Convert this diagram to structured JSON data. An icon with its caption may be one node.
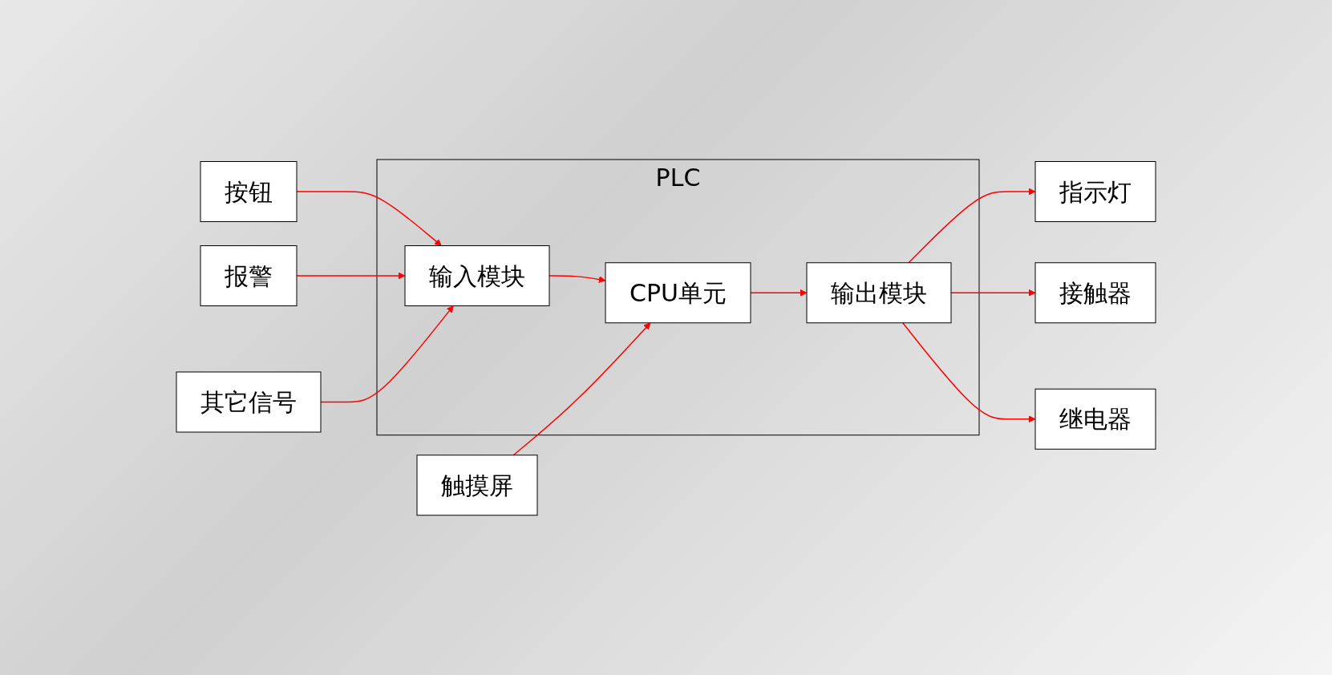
{
  "diagram": {
    "nodes": [
      {
        "text": [
          "PLC"
        ]
      },
      {
        "text": [
          "按钮"
        ]
      },
      {
        "text": [
          "报警"
        ]
      },
      {
        "text": [
          "其它信号"
        ]
      },
      {
        "text": [
          "触摸屏"
        ]
      },
      {
        "text": [
          "输入模块"
        ],
        "in": 0
      },
      {
        "text": [
          "CPU单元"
        ],
        "in": 0
      },
      {
        "text": [
          "输出模块"
        ],
        "in": 0
      },
      {
        "text": [
          "指示灯"
        ]
      },
      {
        "text": [
          "接触器"
        ]
      },
      {
        "text": [
          "继电器"
        ]
      }
    ],
    "edges": [
      {
        "from": 1,
        "to": 5,
        "arrow": "to",
        "color": "#ff0000"
      },
      {
        "from": 2,
        "to": 5,
        "arrow": "to",
        "color": "#ff0000"
      },
      {
        "from": 3,
        "to": 5,
        "arrow": "to",
        "color": "#ff0000"
      },
      {
        "from": 5,
        "to": 6,
        "arrow": "to",
        "color": "#ff0000"
      },
      {
        "from": 4,
        "to": 6,
        "arrow": "to",
        "color": "#ff0000"
      },
      {
        "from": 6,
        "to": 7,
        "arrow": "to",
        "color": "#ff0000"
      },
      {
        "from": 7,
        "to": 8,
        "arrow": "to",
        "color": "#ff0000"
      },
      {
        "from": 7,
        "to": 9,
        "arrow": "to",
        "color": "#ff0000"
      },
      {
        "from": 7,
        "to": 10,
        "arrow": "to",
        "color": "#ff0000"
      }
    ]
  }
}
